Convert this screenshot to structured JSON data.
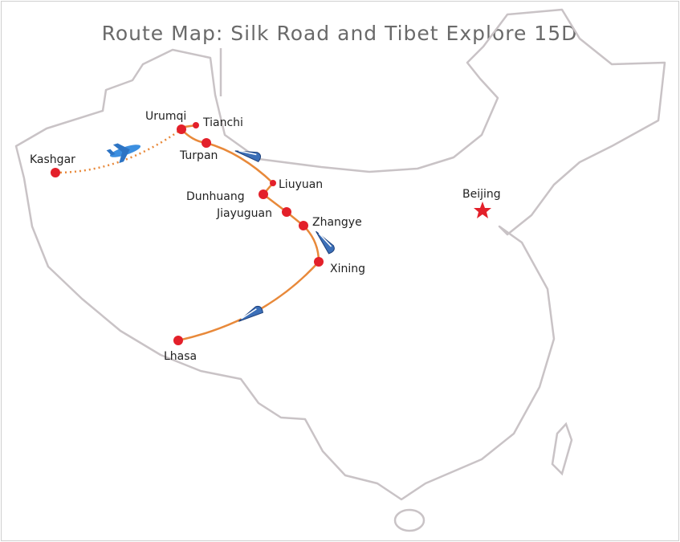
{
  "title": "Route Map: Silk Road and Tibet Explore 15D",
  "cities": {
    "kashgar": "Kashgar",
    "urumqi": "Urumqi",
    "tianchi": "Tianchi",
    "turpan": "Turpan",
    "liuyuan": "Liuyuan",
    "dunhuang": "Dunhuang",
    "jiayuguan": "Jiayuguan",
    "zhangye": "Zhangye",
    "xining": "Xining",
    "lhasa": "Lhasa",
    "beijing": "Beijing"
  },
  "colors": {
    "route": "#e8893a",
    "stop": "#e3202a",
    "border": "#c9c3c6",
    "title": "#6a6a6a"
  },
  "legend_icons": [
    "plane-icon",
    "train-icon"
  ]
}
